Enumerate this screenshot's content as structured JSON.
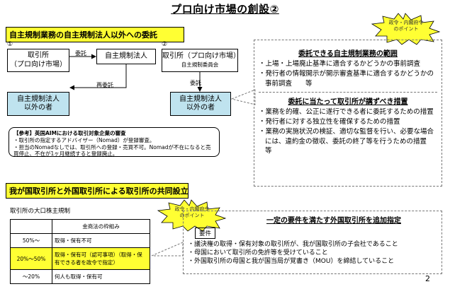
{
  "title": "プロ向け市場の創設②",
  "section1": {
    "heading": "自主規制業務の自主規制法人以外への委託",
    "case1": {
      "num": "①",
      "exchange": [
        "取引所",
        "（プロ向け市場）"
      ],
      "entrust_label": "委託",
      "sro_label": "自主規制法人",
      "reentrust_label": "再委託",
      "target_label": [
        "自主規制法人",
        "以外の者"
      ]
    },
    "case2": {
      "num": "②",
      "exchange": [
        "取引所（プロ向け市場）",
        "自主規制委員会"
      ],
      "entrust_label": "委託",
      "target_label": [
        "自主規制法人",
        "以外の者"
      ]
    },
    "note": {
      "title": "【参考】英国AIMにおける取引対象企業の審査",
      "lines": [
        "・取引所の指定するアドバイザー（Nomad）が登録審査。",
        "・担当のNomadなしでは、取引所への登録・売買不可。Nomadが不在になると売買停止、不在が1ヶ月継続すると登録廃止。"
      ]
    }
  },
  "burst1": [
    "政令・内閣府令",
    "のポイント"
  ],
  "points1": {
    "scope_heading": "委託できる自主規制業務の範囲",
    "scope_items": [
      "・上場・上場廃止基準に適合するかどうかの事前調査",
      "・発行者の情報開示が開示審査基準に適合するかどうかの事前調査　　等"
    ],
    "measures_heading": "委託に当たって取引所が講ずべき措置",
    "measures_items": [
      "・業務を的確、公正に遂行できる者に委託するための措置",
      "・発行者に対する独立性を確保するための措置",
      "・業務の実施状況の検証、適切な監督を行い、必要な場合には、違約金の徴収、委託の終了等を行うための措置　　等"
    ]
  },
  "section2": {
    "heading": "我が国取引所と外国取引所による取引所の共同設立",
    "table_title": "取引所の大口株主規制",
    "table_header": "金商法の枠組み",
    "rows": [
      {
        "range": "50%～",
        "rule": "取得・保有不可"
      },
      {
        "range": "20%～50%",
        "rule": "取得・保有可（認可事項）（取得・保有できる者を政令で指定）"
      },
      {
        "range": "～20%",
        "rule": "何人も取得・保有可"
      }
    ]
  },
  "burst2": [
    "政令・内閣府令",
    "のポイント"
  ],
  "points2": {
    "heading": "一定の要件を満たす外国取引所を追加指定",
    "req_label": "要件",
    "items": [
      "・議決権の取得・保有対象の取引所が、我が国取引所の子会社であること",
      "・母国において取引所の免許等を受けていること",
      "・外国取引所の母国と我が国当局が覚書き（MOU）を締結していること"
    ]
  },
  "page_number": "2",
  "colors": {
    "highlight": "#ffff33",
    "box_blue": "#bfe3ef"
  }
}
